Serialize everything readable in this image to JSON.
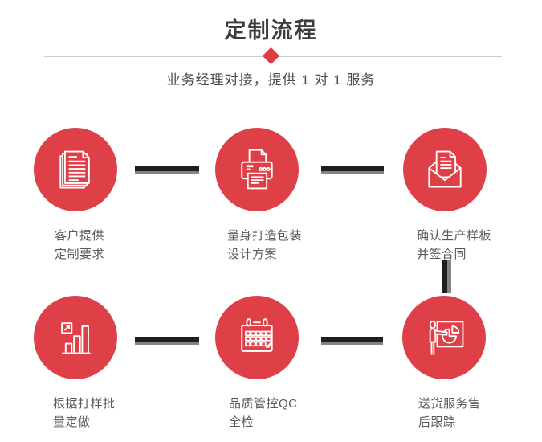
{
  "header": {
    "title": "定制流程",
    "subtitle": "业务经理对接，提供 1 对 1 服务"
  },
  "colors": {
    "accent_red": "#df4048",
    "diamond_red": "#e23b44",
    "title_text": "#3d3d3d",
    "label_text": "#595959",
    "connector_dark": "#1e1e1e",
    "connector_gray": "#838383",
    "divider_gray": "#cccccc"
  },
  "steps": [
    {
      "icon": "documents-icon",
      "label_line1": "客户提供",
      "label_line2": "定制要求"
    },
    {
      "icon": "printer-icon",
      "label_line1": "量身打造包装",
      "label_line2": "设计方案"
    },
    {
      "icon": "envelope-icon",
      "label_line1": "确认生产样板",
      "label_line2": "并签合同"
    },
    {
      "icon": "bar-chart-icon",
      "label_line1": "根据打样批",
      "label_line2": "量定做"
    },
    {
      "icon": "calendar-icon",
      "label_line1": "品质管控QC",
      "label_line2": "全检"
    },
    {
      "icon": "presentation-icon",
      "label_line1": "送货服务售",
      "label_line2": "后跟踪"
    }
  ]
}
